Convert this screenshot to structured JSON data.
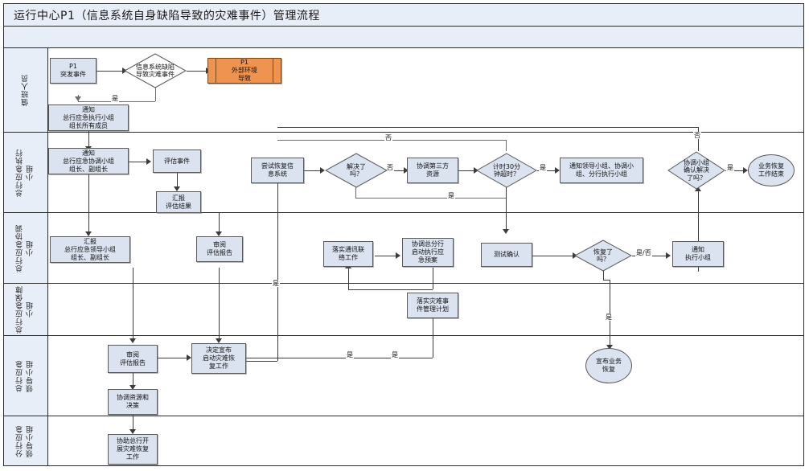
{
  "header": {
    "title": "运行中心P1（信息系统自身缺陷导致的灾难事件）管理流程"
  },
  "colors": {
    "title_bar_bg": "#e8eef7",
    "lane_header_bg": "#e8eef7",
    "process_fill": "#dbe3f0",
    "predefined_fill": "#ef9450",
    "border": "#5a5a5a",
    "connector": "#3c3c3c"
  },
  "lanes": [
    {
      "id": "duty-staff",
      "label": "值班人员"
    },
    {
      "id": "hq-exec-team",
      "label": "总行应急执行\n小组"
    },
    {
      "id": "hq-coord-team",
      "label": "总行应急协调\n小组"
    },
    {
      "id": "hq-support-team",
      "label": "总行应急保障\n小组"
    },
    {
      "id": "hq-leader-team",
      "label": "总行应急\n领导小组"
    },
    {
      "id": "branch-leader-team",
      "label": "分行应急\n领导小组"
    }
  ],
  "nodes": {
    "p1_event": {
      "text": "P1\n突发事件",
      "shape": "process"
    },
    "defect_decision": {
      "text": "信息系统缺陷\n导致灾难事件",
      "shape": "decision"
    },
    "p1_external": {
      "text": "P1\n外部环境\n导致",
      "shape": "predefined"
    },
    "notify_exec": {
      "text": "通知\n总行应急执行小组\n组长所有成员",
      "shape": "process"
    },
    "notify_coord": {
      "text": "通知\n总行应急协调小组\n组长、副组长",
      "shape": "process"
    },
    "assess_event": {
      "text": "评估事件",
      "shape": "process"
    },
    "report_result": {
      "text": "汇报\n评估结果",
      "shape": "process"
    },
    "try_restore": {
      "text": "尝试恢复信\n息系统",
      "shape": "process"
    },
    "solved_decision": {
      "text": "解决了\n吗？",
      "shape": "decision"
    },
    "third_party": {
      "text": "协调第三方\n资源",
      "shape": "process"
    },
    "timeout_decision": {
      "text": "计时30分\n钟超时？",
      "shape": "decision"
    },
    "notify_groups": {
      "text": "通知领导小组、协调小\n组、分行执行小组",
      "shape": "process"
    },
    "coord_confirm": {
      "text": "协调小组\n确认解决\n了吗？",
      "shape": "decision"
    },
    "biz_restore_end": {
      "text": "业务恢复\n工作结束",
      "shape": "terminator"
    },
    "report_leader": {
      "text": "汇报\n总行应急领导小组\n组长、副组长",
      "shape": "process"
    },
    "review_report_coord": {
      "text": "审阅\n评估报告",
      "shape": "process"
    },
    "comms_work": {
      "text": "落实通讯联\n络工作",
      "shape": "process"
    },
    "coord_plan": {
      "text": "协调总分行\n启动执行应\n急预案",
      "shape": "process"
    },
    "test_confirm": {
      "text": "测试确认",
      "shape": "process"
    },
    "restored_decision": {
      "text": "恢复了\n吗？",
      "shape": "decision"
    },
    "notify_exec_team": {
      "text": "通知\n执行小组",
      "shape": "process"
    },
    "disaster_plan": {
      "text": "落实灾难事\n件管理计划",
      "shape": "process"
    },
    "declare_restore": {
      "text": "宣布业务\n恢复",
      "shape": "terminator"
    },
    "review_report_lead": {
      "text": "审阅\n评估报告",
      "shape": "process"
    },
    "decide_start": {
      "text": "决定宣布\n启动灾难恢\n复工作",
      "shape": "process"
    },
    "coord_resource": {
      "text": "协调资源和\n决策",
      "shape": "process"
    },
    "assist_hq": {
      "text": "协助总行开\n展灾难恢复\n工作",
      "shape": "process"
    }
  },
  "edge_labels": {
    "yes_defect": "是",
    "no_timeout_top": "否",
    "yes_timeout": "是",
    "no_solved": "否",
    "no_solved_back": "是",
    "no_coord_back": "否",
    "yes_coord": "是",
    "yes_notexec": "是/否",
    "yes_restored": "是",
    "yes_review": "是",
    "yes_decide": "是",
    "yes_up": "是"
  }
}
